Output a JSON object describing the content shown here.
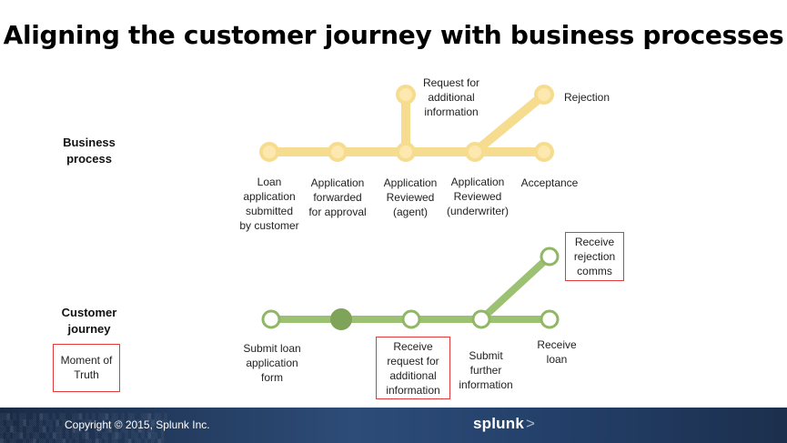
{
  "title": "Aligning the customer journey with business processes",
  "colors": {
    "business_line": "#f6dc8e",
    "business_node_fill": "#fde9b0",
    "customer_line": "#9cc173",
    "customer_node_ring": "#8fb765",
    "moment_of_truth_node": "#80a35a",
    "highlight_border": "#e23b3b",
    "footer_bg": "#2d4c78"
  },
  "business_process": {
    "label": "Business\nprocess",
    "steps": [
      "Loan\napplication\nsubmitted\nby customer",
      "Application\nforwarded\nfor approval",
      "Application\nReviewed\n(agent)",
      "Application\nReviewed\n(underwriter)",
      "Acceptance"
    ],
    "branches": [
      "Request for\nadditional\ninformation",
      "Rejection"
    ]
  },
  "customer_journey": {
    "label": "Customer\njourney",
    "steps": [
      "Submit loan\napplication\nform",
      "Receive\nrequest for\nadditional\ninformation",
      "Submit\nfurther\ninformation",
      "Receive\nloan"
    ],
    "branches": [
      "Receive\nrejection\ncomms"
    ]
  },
  "legend": {
    "moment_of_truth": "Moment of\nTruth"
  },
  "footer": {
    "copyright": "Copyright © 2015, Splunk Inc.",
    "logo": "splunk",
    "logo_mark": ">"
  }
}
